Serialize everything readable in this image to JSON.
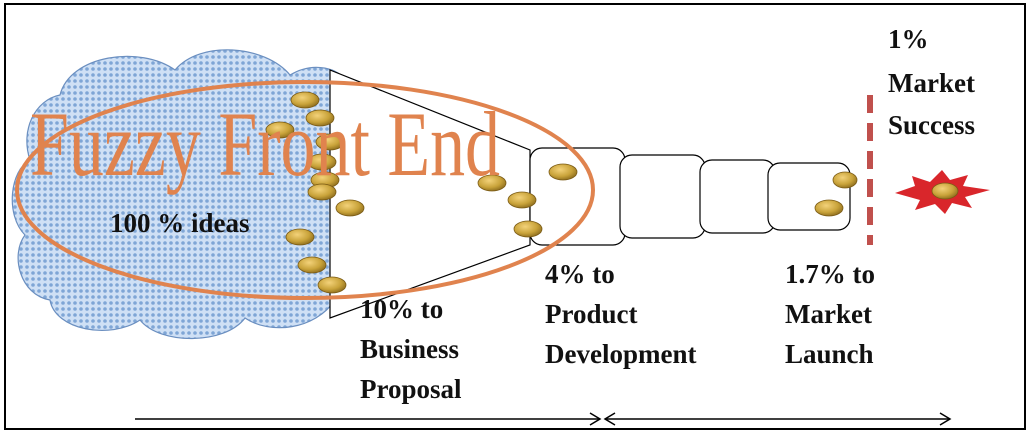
{
  "title": "Fuzzy Front End",
  "stages": {
    "ideas": "100 % ideas",
    "business": [
      "10%  to",
      "Business",
      "Proposal"
    ],
    "product": [
      "4% to",
      "Product",
      "Development"
    ],
    "launch": [
      "1.7% to",
      "Market",
      "Launch"
    ],
    "success": [
      "1%",
      "Market",
      "Success"
    ]
  },
  "colors": {
    "accent": "#E0834E",
    "success_line": "#C0504D",
    "cloud_fill": "#A9C8EC",
    "coin": "#C9A33A",
    "star": "#D9262B"
  },
  "icons": {
    "coin": "coin-icon",
    "burst": "starburst-icon"
  }
}
